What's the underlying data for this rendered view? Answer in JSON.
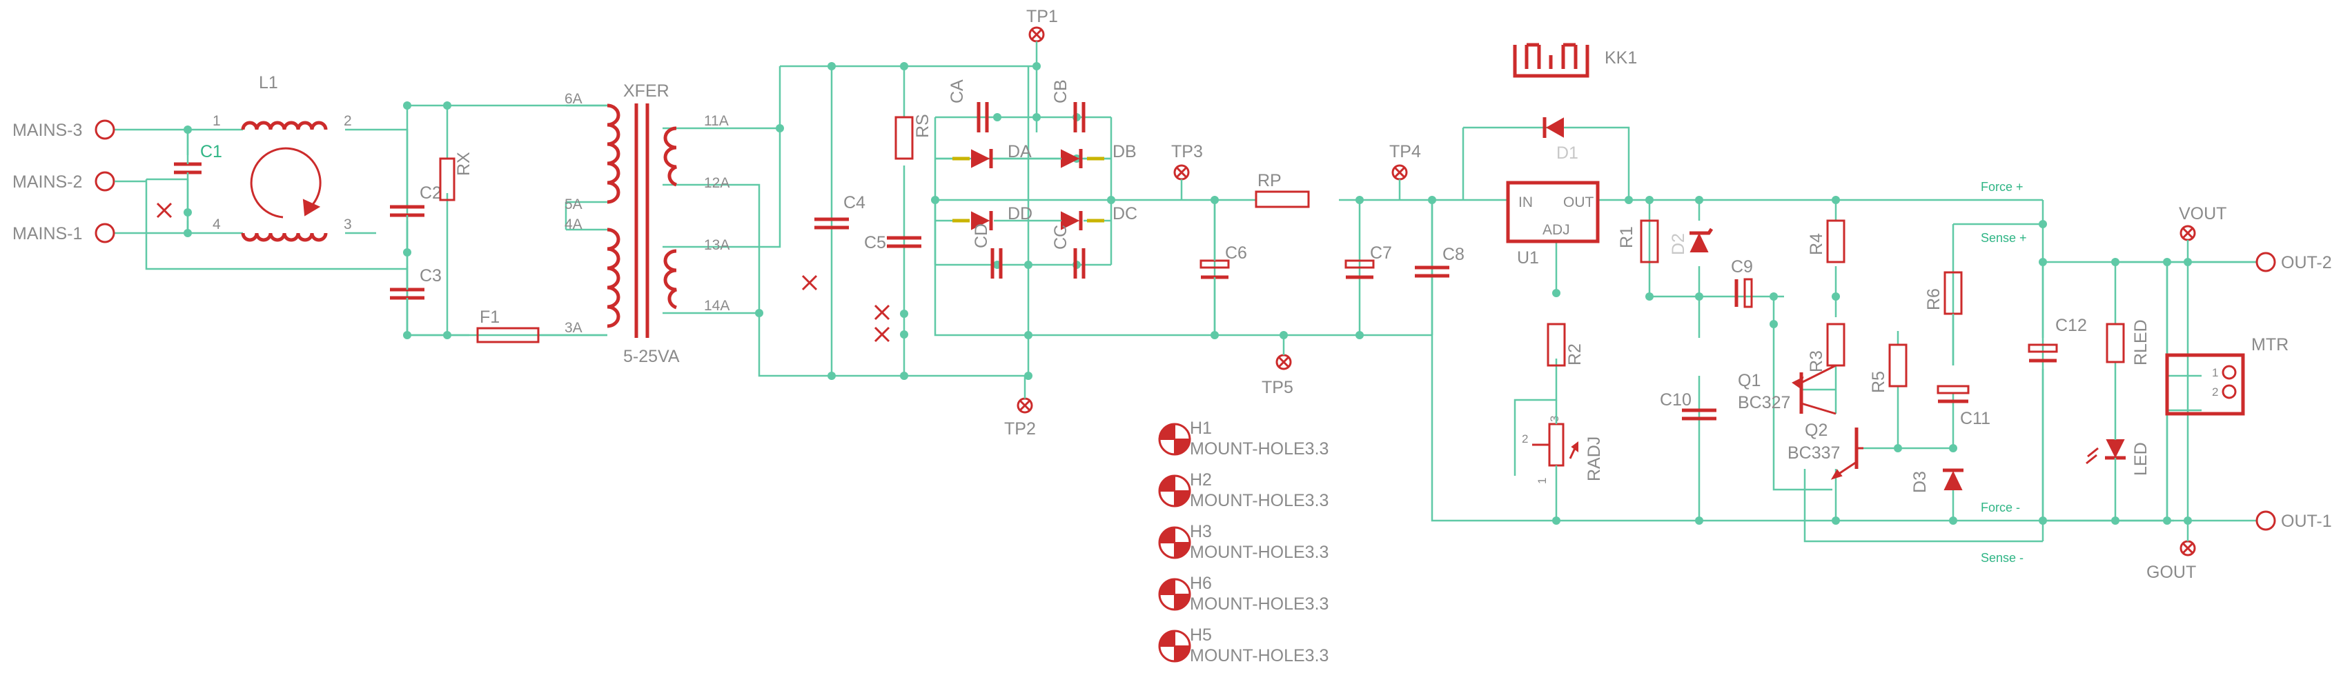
{
  "connectors": {
    "mains3": "MAINS-3",
    "mains2": "MAINS-2",
    "mains1": "MAINS-1",
    "out2": "OUT-2",
    "out1": "OUT-1"
  },
  "parts": {
    "L1": "L1",
    "C1": "C1",
    "C2": "C2",
    "C3": "C3",
    "RX": "RX",
    "F1": "F1",
    "XFER": "XFER",
    "XFER_rating": "5-25VA",
    "C4": "C4",
    "C5": "C5",
    "RS": "RS",
    "CA": "CA",
    "CB": "CB",
    "CC": "CC",
    "CD": "CD",
    "DA": "DA",
    "DB": "DB",
    "DC": "DC",
    "DD": "DD",
    "C6": "C6",
    "C7": "C7",
    "C8": "C8",
    "RP": "RP",
    "KK1": "KK1",
    "D1": "D1",
    "U1": "U1",
    "R1": "R1",
    "D2": "D2",
    "R2": "R2",
    "RADJ": "RADJ",
    "C9": "C9",
    "C10": "C10",
    "R3": "R3",
    "R4": "R4",
    "R5": "R5",
    "R6": "R6",
    "Q1": "Q1",
    "Q1_type": "BC327",
    "Q2": "Q2",
    "Q2_type": "BC337",
    "C11": "C11",
    "D3": "D3",
    "C12": "C12",
    "RLED": "RLED",
    "LED": "LED",
    "MTR": "MTR"
  },
  "u1_pins": {
    "in": "IN",
    "out": "OUT",
    "adj": "ADJ"
  },
  "pins": {
    "l1_1": "1",
    "l1_2": "2",
    "l1_3": "3",
    "l1_4": "4",
    "x6a": "6A",
    "x5a": "5A",
    "x4a": "4A",
    "x3a": "3A",
    "x11a": "11A",
    "x12a": "12A",
    "x13a": "13A",
    "x14a": "14A",
    "radj1": "1",
    "radj2": "2",
    "radj3": "3",
    "mtr1": "1",
    "mtr2": "2"
  },
  "testpoints": {
    "tp1": "TP1",
    "tp2": "TP2",
    "tp3": "TP3",
    "tp4": "TP4",
    "tp5": "TP5",
    "vout": "VOUT",
    "gout": "GOUT"
  },
  "nets": {
    "force_plus": "Force +",
    "sense_plus": "Sense +",
    "force_minus": "Force -",
    "sense_minus": "Sense -"
  },
  "mount_holes": [
    {
      "ref": "H1",
      "value": "MOUNT-HOLE3.3"
    },
    {
      "ref": "H2",
      "value": "MOUNT-HOLE3.3"
    },
    {
      "ref": "H3",
      "value": "MOUNT-HOLE3.3"
    },
    {
      "ref": "H6",
      "value": "MOUNT-HOLE3.3"
    },
    {
      "ref": "H5",
      "value": "MOUNT-HOLE3.3"
    }
  ],
  "colors": {
    "wire": "#5fc9a6",
    "symbol": "#cc2b2b",
    "label": "#8a8a8a",
    "net_label": "#2fb585",
    "highlight": "#c9b400"
  }
}
